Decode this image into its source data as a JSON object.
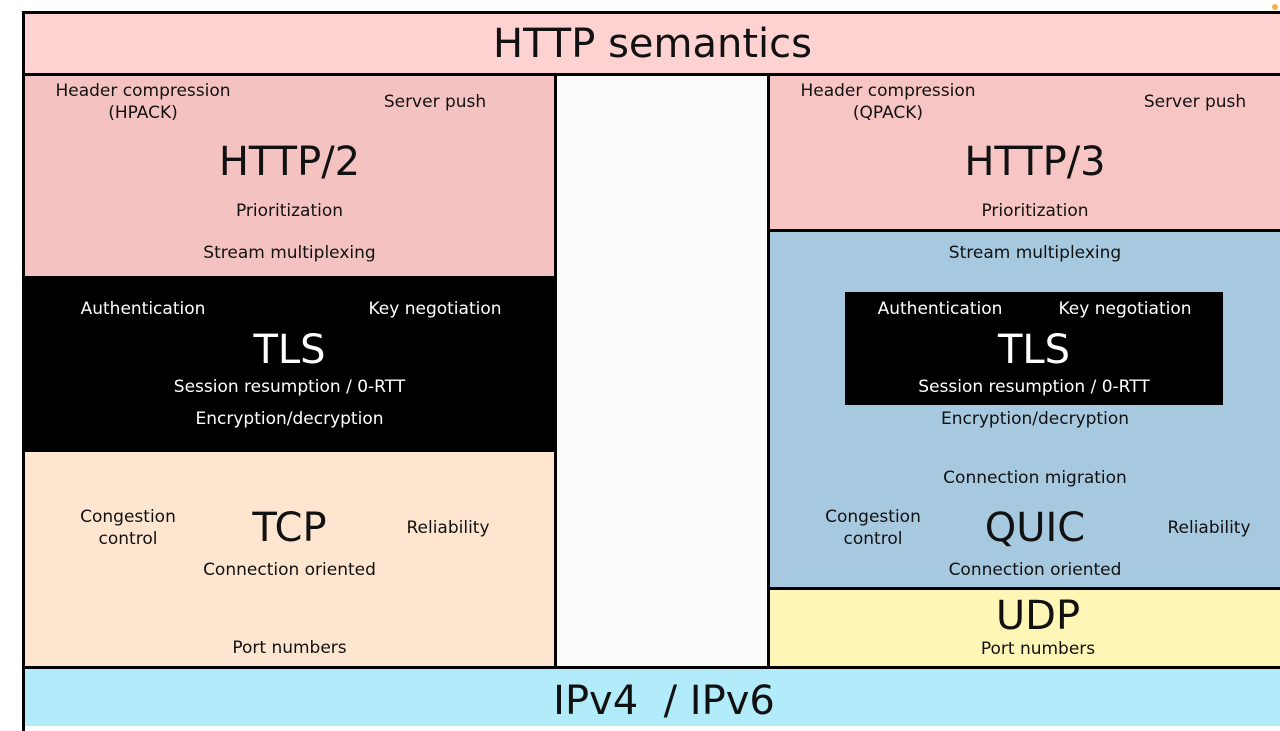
{
  "http_semantics": {
    "title": "HTTP semantics"
  },
  "http2": {
    "title": "HTTP/2",
    "header_compression": "Header compression",
    "header_compression_sub": "(HPACK)",
    "server_push": "Server push",
    "prioritization": "Prioritization",
    "stream_multiplexing": "Stream multiplexing"
  },
  "tls_left": {
    "title": "TLS",
    "authentication": "Authentication",
    "key_negotiation": "Key negotiation",
    "session_resumption": "Session resumption / 0-RTT",
    "encryption": "Encryption/decryption"
  },
  "tcp": {
    "title": "TCP",
    "congestion_line1": "Congestion",
    "congestion_line2": "control",
    "reliability": "Reliability",
    "connection_oriented": "Connection oriented",
    "port_numbers": "Port numbers"
  },
  "http3": {
    "title": "HTTP/3",
    "header_compression": "Header compression",
    "header_compression_sub": "(QPACK)",
    "server_push": "Server push",
    "prioritization": "Prioritization"
  },
  "quic": {
    "title": "QUIC",
    "stream_multiplexing": "Stream multiplexing",
    "encryption": "Encryption/decryption",
    "connection_migration": "Connection migration",
    "congestion_line1": "Congestion",
    "congestion_line2": "control",
    "reliability": "Reliability",
    "connection_oriented": "Connection oriented"
  },
  "tls_right": {
    "title": "TLS",
    "authentication": "Authentication",
    "key_negotiation": "Key negotiation",
    "session_resumption": "Session resumption / 0-RTT"
  },
  "udp": {
    "title": "UDP",
    "port_numbers": "Port numbers"
  },
  "ip": {
    "title": "IPv4  / IPv6"
  },
  "colors": {
    "http_semantics": "#ffd2d2",
    "http2": "#f4c2c0",
    "http3": "#f7c5c3",
    "tls": "#000000",
    "tcp": "#fde5cf",
    "quic": "#a6c9e0",
    "udp": "#fdf6b6",
    "ip": "#b2ebf9"
  }
}
